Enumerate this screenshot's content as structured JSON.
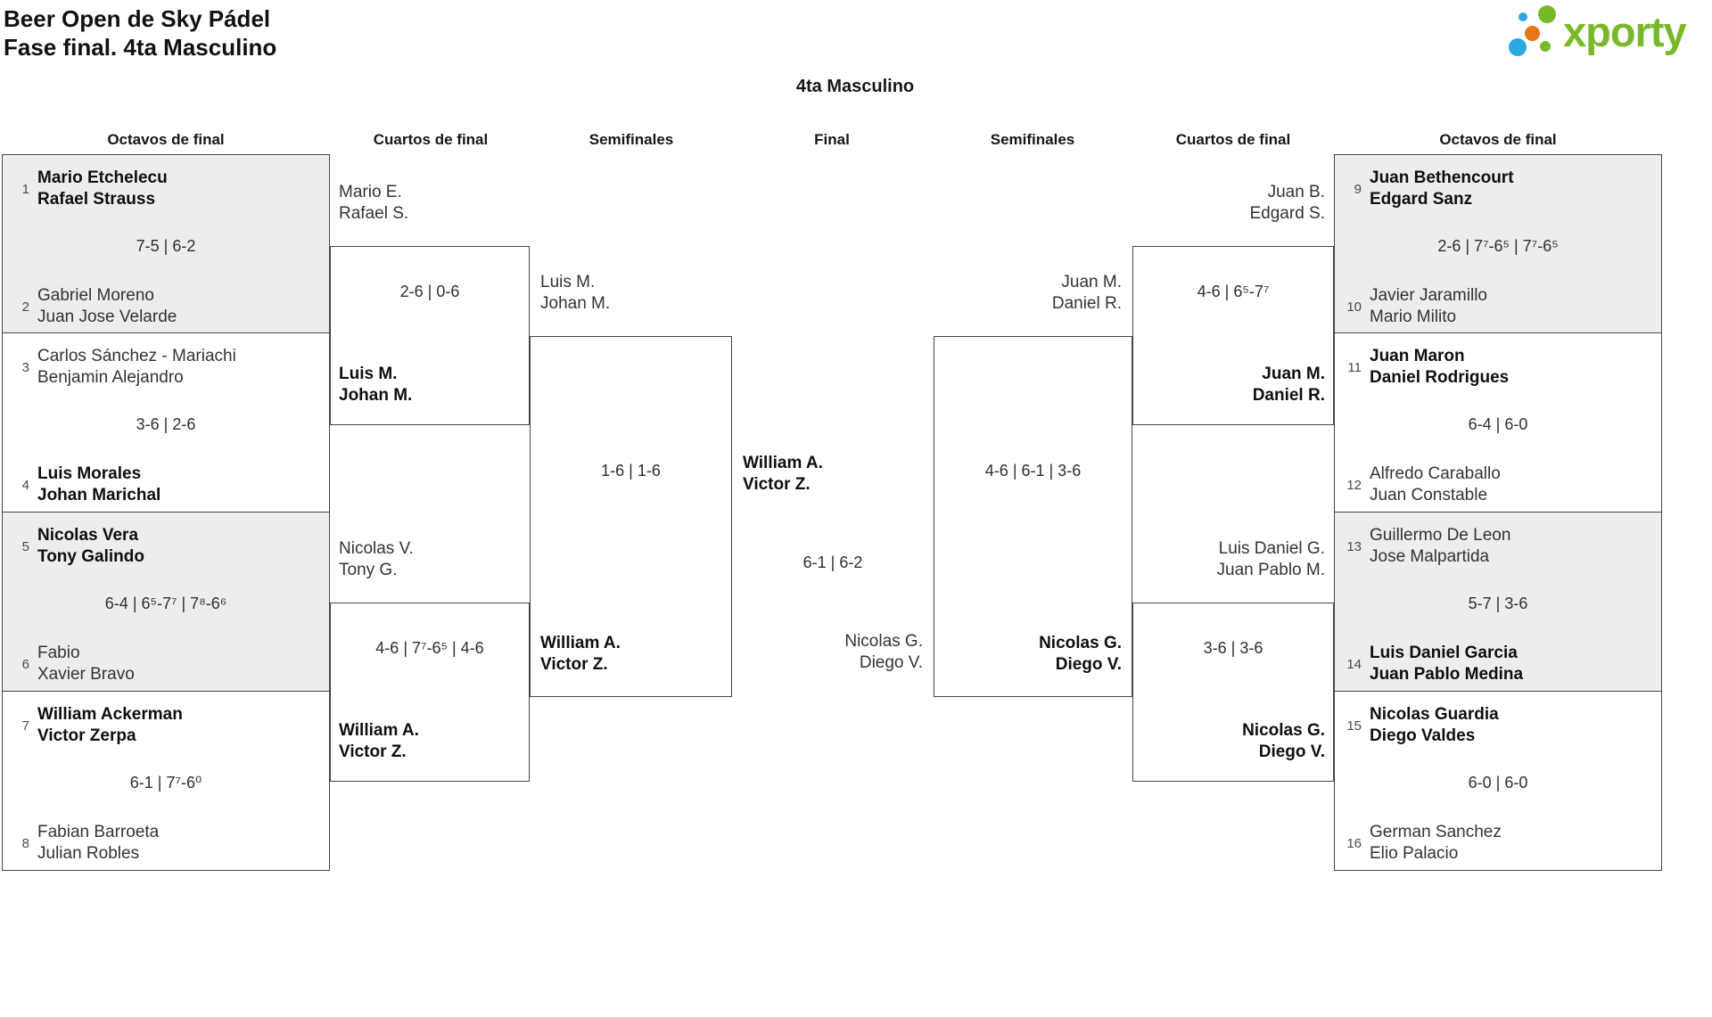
{
  "header": {
    "title_line1": "Beer Open de Sky Pádel",
    "title_line2": "Fase final. 4ta Masculino",
    "logo_text": "xporty"
  },
  "bracket_title": "4ta Masculino",
  "round_headers": {
    "left_octavos": "Octavos de final",
    "left_cuartos": "Cuartos de final",
    "left_semis": "Semifinales",
    "final": "Final",
    "right_semis": "Semifinales",
    "right_cuartos": "Cuartos de final",
    "right_octavos": "Octavos de final"
  },
  "colors": {
    "logo_green": "#79b929",
    "logo_blue": "#2aa9e0",
    "logo_orange": "#e87511",
    "shaded_match_bg": "#ededed",
    "border": "#464646"
  },
  "octavos_left": [
    {
      "seed_top": "1",
      "top1": "Mario Etchelecu",
      "top2": "Rafael Strauss",
      "top_winner": true,
      "score": "7-5 | 6-2",
      "seed_bottom": "2",
      "bottom1": "Gabriel Moreno",
      "bottom2": "Juan Jose Velarde",
      "bottom_winner": false
    },
    {
      "seed_top": "3",
      "top1": "Carlos Sánchez - Mariachi",
      "top2": "Benjamin Alejandro",
      "top_winner": false,
      "score": "3-6 | 2-6",
      "seed_bottom": "4",
      "bottom1": "Luis Morales",
      "bottom2": "Johan Marichal",
      "bottom_winner": true
    },
    {
      "seed_top": "5",
      "top1": "Nicolas Vera",
      "top2": "Tony Galindo",
      "top_winner": true,
      "score": "6-4 | 6⁵-7⁷ | 7⁸-6⁶",
      "seed_bottom": "6",
      "bottom1": "Fabio",
      "bottom2": "Xavier Bravo",
      "bottom_winner": false
    },
    {
      "seed_top": "7",
      "top1": "William Ackerman",
      "top2": "Victor Zerpa",
      "top_winner": true,
      "score": "6-1 | 7⁷-6⁰",
      "seed_bottom": "8",
      "bottom1": "Fabian Barroeta",
      "bottom2": "Julian Robles",
      "bottom_winner": false
    }
  ],
  "octavos_right": [
    {
      "seed_top": "9",
      "top1": "Juan Bethencourt",
      "top2": "Edgard Sanz",
      "top_winner": true,
      "score": "2-6 | 7⁷-6⁵ | 7⁷-6⁵",
      "seed_bottom": "10",
      "bottom1": "Javier Jaramillo",
      "bottom2": "Mario Milito",
      "bottom_winner": false
    },
    {
      "seed_top": "11",
      "top1": "Juan Maron",
      "top2": "Daniel Rodrigues",
      "top_winner": true,
      "score": "6-4 | 6-0",
      "seed_bottom": "12",
      "bottom1": "Alfredo Caraballo",
      "bottom2": "Juan Constable",
      "bottom_winner": false
    },
    {
      "seed_top": "13",
      "top1": "Guillermo De Leon",
      "top2": "Jose Malpartida",
      "top_winner": false,
      "score": "5-7 | 3-6",
      "seed_bottom": "14",
      "bottom1": "Luis Daniel Garcia",
      "bottom2": "Juan Pablo Medina",
      "bottom_winner": true
    },
    {
      "seed_top": "15",
      "top1": "Nicolas Guardia",
      "top2": "Diego Valdes",
      "top_winner": true,
      "score": "6-0 | 6-0",
      "seed_bottom": "16",
      "bottom1": "German Sanchez",
      "bottom2": "Elio Palacio",
      "bottom_winner": false
    }
  ],
  "cuartos_left": [
    {
      "top1": "Mario E.",
      "top2": "Rafael S.",
      "top_winner": false,
      "score": "2-6 | 0-6",
      "bottom1": "Luis M.",
      "bottom2": "Johan M.",
      "bottom_winner": true
    },
    {
      "top1": "Nicolas V.",
      "top2": "Tony G.",
      "top_winner": false,
      "score": "4-6 | 7⁷-6⁵ | 4-6",
      "bottom1": "William A.",
      "bottom2": "Victor Z.",
      "bottom_winner": true
    }
  ],
  "cuartos_right": [
    {
      "top1": "Juan B.",
      "top2": "Edgard S.",
      "top_winner": false,
      "score": "4-6 | 6⁵-7⁷",
      "bottom1": "Juan M.",
      "bottom2": "Daniel R.",
      "bottom_winner": true
    },
    {
      "top1": "Luis Daniel G.",
      "top2": "Juan Pablo M.",
      "top_winner": false,
      "score": "3-6 | 3-6",
      "bottom1": "Nicolas G.",
      "bottom2": "Diego V.",
      "bottom_winner": true
    }
  ],
  "semis_left": {
    "top1": "Luis M.",
    "top2": "Johan M.",
    "top_winner": false,
    "score": "1-6 | 1-6",
    "bottom1": "William A.",
    "bottom2": "Victor Z.",
    "bottom_winner": true
  },
  "semis_right": {
    "top1": "Juan M.",
    "top2": "Daniel R.",
    "top_winner": false,
    "score": "4-6 | 6-1 | 3-6",
    "bottom1": "Nicolas G.",
    "bottom2": "Diego V.",
    "bottom_winner": true
  },
  "final": {
    "top1": "William A.",
    "top2": "Victor Z.",
    "top_winner": true,
    "score": "6-1 | 6-2",
    "bottom1": "Nicolas G.",
    "bottom2": "Diego V.",
    "bottom_winner": false
  }
}
